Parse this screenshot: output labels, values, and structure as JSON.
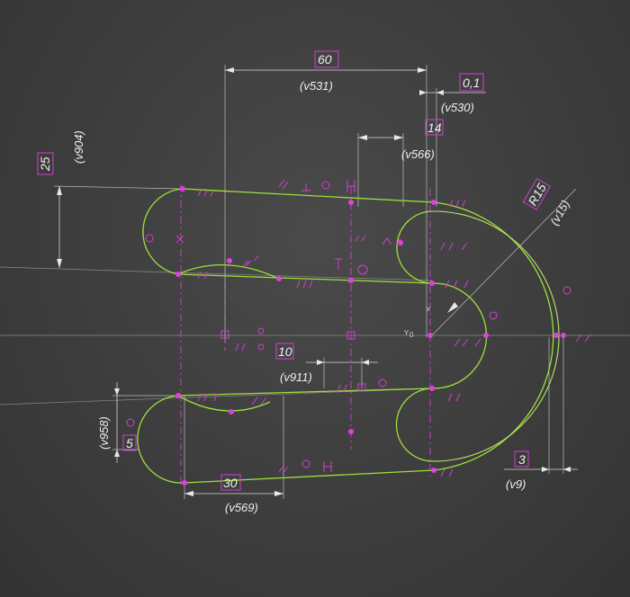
{
  "dimensions": {
    "d60": {
      "value": "60",
      "var": "(v531)"
    },
    "d01": {
      "value": "0,1",
      "var": "(v530)"
    },
    "d14": {
      "value": "14",
      "var": "(v566)"
    },
    "d25": {
      "value": "25",
      "var": "(v904)"
    },
    "dR15": {
      "value": "R15",
      "var": "(v15)"
    },
    "d10": {
      "value": "10",
      "var": "(v911)"
    },
    "d5": {
      "value": "5",
      "var": "(v958)"
    },
    "d30": {
      "value": "30",
      "var": "(v569)"
    },
    "d3": {
      "value": "3",
      "var": "(v9)"
    }
  },
  "origin": {
    "x_label": "x",
    "y_label": "Y",
    "o_label": "0"
  },
  "colors": {
    "geometry": "#9ee03a",
    "constraints": "#d040d0",
    "dimension_text": "#f0f0f0",
    "background": "#3d3d3d"
  }
}
